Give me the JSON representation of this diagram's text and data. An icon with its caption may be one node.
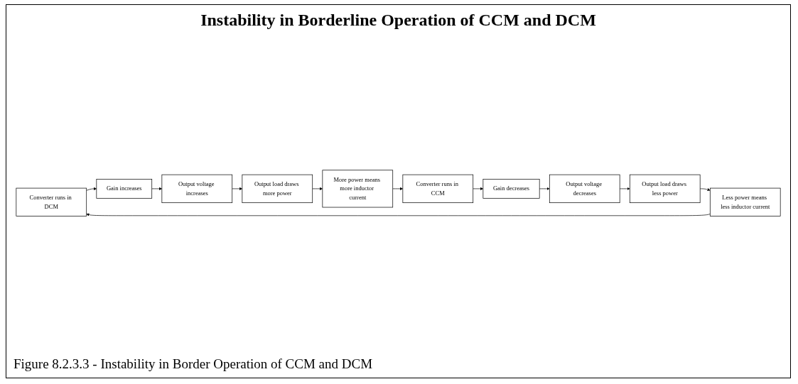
{
  "diagram": {
    "title": "Instability in Borderline Operation of CCM and DCM",
    "caption": "Figure 8.2.3.3 - Instability in Border Operation of CCM and DCM",
    "nodes": [
      {
        "text": [
          "Converter runs in DCM"
        ]
      },
      {
        "text": [
          "Gain increases"
        ]
      },
      {
        "text": [
          "Output voltage increases"
        ]
      },
      {
        "text": [
          "Output load draws more power"
        ]
      },
      {
        "text": [
          "More power means more inductor current"
        ]
      },
      {
        "text": [
          "Converter runs in CCM"
        ]
      },
      {
        "text": [
          "Gain decreases"
        ]
      },
      {
        "text": [
          "Output voltage decreases"
        ]
      },
      {
        "text": [
          "Output load draws less power"
        ]
      },
      {
        "text": [
          "Less power means less inductor current"
        ]
      }
    ],
    "edges": [
      {
        "from": 0,
        "to": 1,
        "arrow": "to"
      },
      {
        "from": 1,
        "to": 2,
        "arrow": "to"
      },
      {
        "from": 2,
        "to": 3,
        "arrow": "to"
      },
      {
        "from": 3,
        "to": 4,
        "arrow": "to"
      },
      {
        "from": 4,
        "to": 5,
        "arrow": "to"
      },
      {
        "from": 5,
        "to": 6,
        "arrow": "to"
      },
      {
        "from": 6,
        "to": 7,
        "arrow": "to"
      },
      {
        "from": 7,
        "to": 8,
        "arrow": "to"
      },
      {
        "from": 8,
        "to": 9,
        "arrow": "to"
      },
      {
        "from": 9,
        "to": 0,
        "arrow": "to"
      }
    ]
  }
}
